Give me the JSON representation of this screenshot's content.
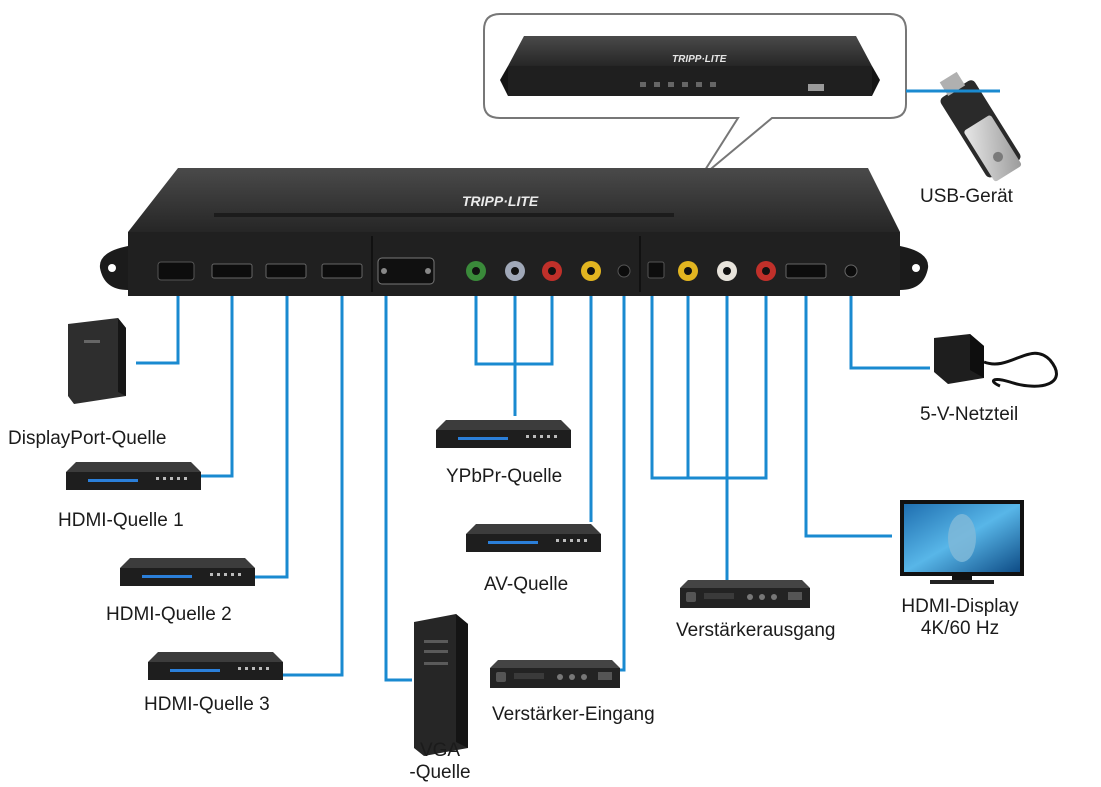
{
  "brand": "TRIPP·LITE",
  "colors": {
    "wire": "#1a8ad0",
    "device": "#2c2c2c",
    "device_dark": "#1a1a1a",
    "port_green": "#3a8a3a",
    "port_blue": "#a0a8b8",
    "port_red": "#c0302a",
    "port_yellow": "#e2b520",
    "led_blue": "#2b7fd9"
  },
  "labels": {
    "usb_device": "USB-Gerät",
    "displayport_source": "DisplayPort-Quelle",
    "hdmi_source_1": "HDMI-Quelle 1",
    "hdmi_source_2": "HDMI-Quelle 2",
    "hdmi_source_3": "HDMI-Quelle 3",
    "ypbpr_source": "YPbPr-Quelle",
    "av_source": "AV-Quelle",
    "vga_source_line1": "VGA",
    "vga_source_line2": "-Quelle",
    "amplifier_input": "Verstärker-Eingang",
    "amplifier_output": "Verstärkerausgang",
    "power_supply": "5-V-Netzteil",
    "hdmi_display_line1": "HDMI-Display",
    "hdmi_display_line2": "4K/60 Hz"
  }
}
